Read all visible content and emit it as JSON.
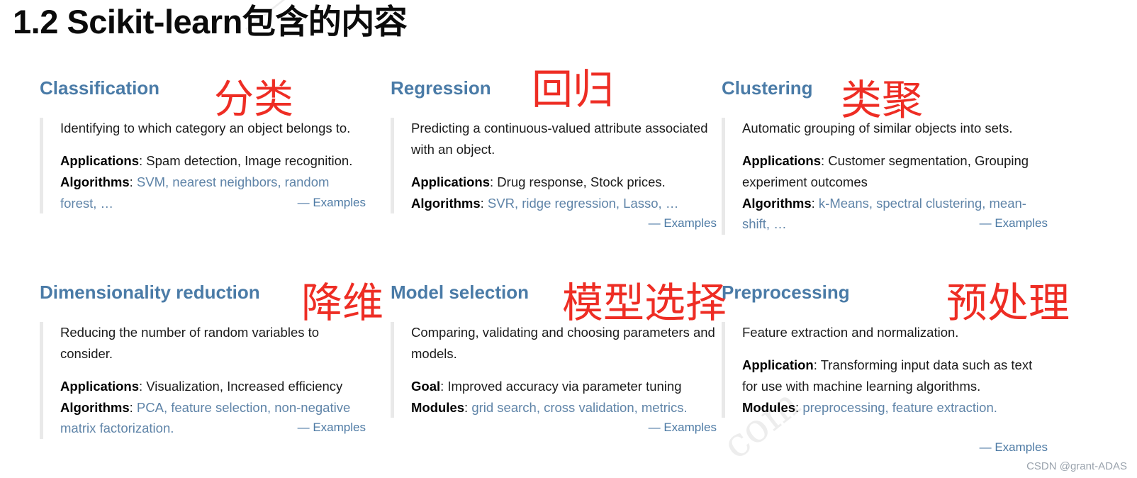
{
  "slide": {
    "title": "1.2 Scikit-learn包含的内容"
  },
  "watermarks": {
    "top_faint": "⸻",
    "bottom_faint": "com",
    "csdn": "CSDN @grant-ADAS"
  },
  "annotations": [
    {
      "name": "classification",
      "text": "分类"
    },
    {
      "name": "regression",
      "text": "回归"
    },
    {
      "name": "clustering",
      "text": "类聚"
    },
    {
      "name": "dimensionality-reduction",
      "text": "降维"
    },
    {
      "name": "model-selection",
      "text": "模型选择"
    },
    {
      "name": "preprocessing",
      "text": "预处理"
    }
  ],
  "cards": [
    {
      "id": "classification",
      "heading": "Classification",
      "description": "Identifying to which category an object belongs to.",
      "meta": [
        {
          "label": "Applications",
          "value": "Spam detection, Image recognition.",
          "link": false
        },
        {
          "label": "Algorithms",
          "value": "SVM, nearest neighbors, random forest, …",
          "link": true
        }
      ],
      "examples": "— Examples"
    },
    {
      "id": "regression",
      "heading": "Regression",
      "description": "Predicting a continuous-valued attribute associated with an object.",
      "meta": [
        {
          "label": "Applications",
          "value": "Drug response, Stock prices.",
          "link": false
        },
        {
          "label": "Algorithms",
          "value": "SVR, ridge regression, Lasso, …",
          "link": true
        }
      ],
      "examples": "— Examples"
    },
    {
      "id": "clustering",
      "heading": "Clustering",
      "description": "Automatic grouping of similar objects into sets.",
      "meta": [
        {
          "label": "Applications",
          "value": "Customer segmentation, Grouping experiment outcomes",
          "link": false
        },
        {
          "label": "Algorithms",
          "value": "k-Means, spectral clustering, mean-shift, …",
          "link": true
        }
      ],
      "examples": "— Examples"
    },
    {
      "id": "dimensionality-reduction",
      "heading": "Dimensionality reduction",
      "description": "Reducing the number of random variables to consider.",
      "meta": [
        {
          "label": "Applications",
          "value": "Visualization, Increased efficiency",
          "link": false
        },
        {
          "label": "Algorithms",
          "value": "PCA, feature selection, non-negative matrix factorization.",
          "link": true
        }
      ],
      "examples": "— Examples"
    },
    {
      "id": "model-selection",
      "heading": "Model selection",
      "description": "Comparing, validating and choosing parameters and models.",
      "meta": [
        {
          "label": "Goal",
          "value": "Improved accuracy via parameter tuning",
          "link": false
        },
        {
          "label": "Modules",
          "value": "grid search, cross validation, metrics.",
          "link": true
        }
      ],
      "examples": "— Examples"
    },
    {
      "id": "preprocessing",
      "heading": "Preprocessing",
      "description": "Feature extraction and normalization.",
      "meta": [
        {
          "label": "Application",
          "value": "Transforming input data such as text for use with machine learning algorithms.",
          "link": false
        },
        {
          "label": "Modules",
          "value": "preprocessing, feature extraction.",
          "link": true
        }
      ],
      "examples": "— Examples"
    }
  ],
  "colors": {
    "heading_blue": "#4a7ba7",
    "link_blue": "#5f84a8",
    "annotation_red": "#ee2d24",
    "rule_gray": "#e9e9e9",
    "watermark_gray": "#9aa3ad"
  }
}
